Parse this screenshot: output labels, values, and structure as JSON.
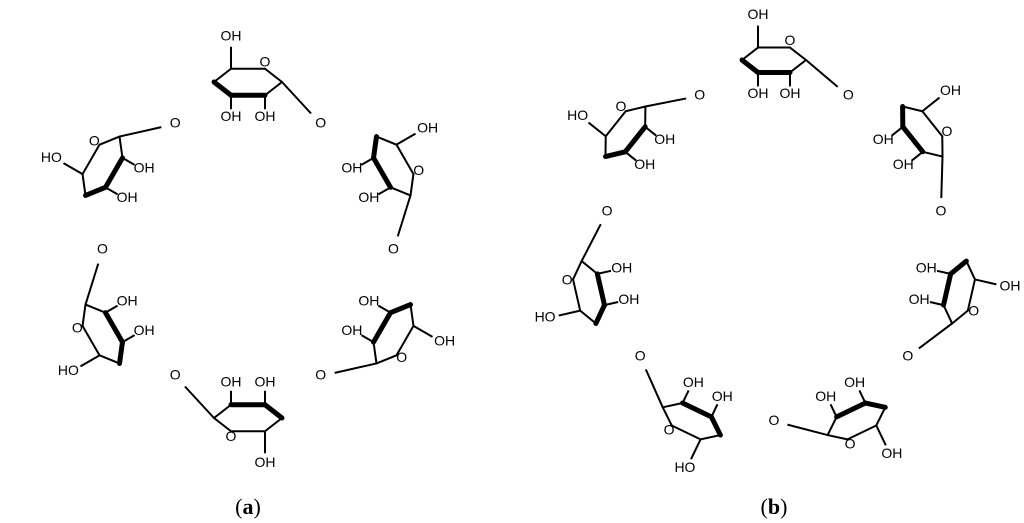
{
  "figure": {
    "panels": [
      {
        "id": "a",
        "label_open": "(",
        "label_letter": "a",
        "label_close": ")",
        "ring_count": 6,
        "atoms": {
          "hydroxyl": "OH",
          "hydroxyl_left": "HO",
          "oxygen": "O"
        }
      },
      {
        "id": "b",
        "label_open": "(",
        "label_letter": "b",
        "label_close": ")",
        "ring_count": 7,
        "atoms": {
          "hydroxyl": "OH",
          "hydroxyl_left": "HO",
          "oxygen": "O"
        }
      }
    ]
  }
}
